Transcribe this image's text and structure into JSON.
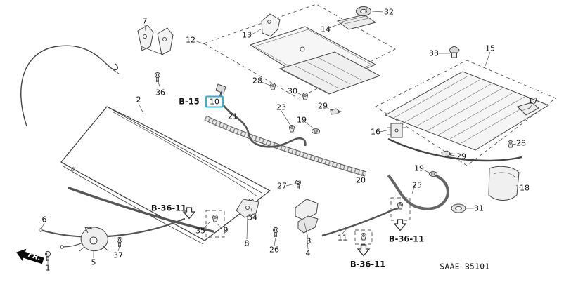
{
  "diagram": {
    "code": "SAAE-B5101",
    "direction_label": "FR.",
    "highlight_color": "#35b0d2",
    "line_color": "#444444"
  },
  "refs": {
    "b15": "B-15",
    "b3611": "B-36-11"
  },
  "parts": {
    "1": "1",
    "2": "2",
    "3": "3",
    "4": "4",
    "5": "5",
    "6": "6",
    "7": "7",
    "8": "8",
    "9": "9",
    "10": "10",
    "11": "11",
    "12": "12",
    "13": "13",
    "14": "14",
    "15": "15",
    "16": "16",
    "17": "17",
    "18": "18",
    "19": "19",
    "20": "20",
    "21": "21",
    "23": "23",
    "25": "25",
    "26": "26",
    "27": "27",
    "28": "28",
    "29": "29",
    "30": "30",
    "31": "31",
    "32": "32",
    "33": "33",
    "34": "34",
    "35": "35",
    "36": "36",
    "37": "37"
  }
}
